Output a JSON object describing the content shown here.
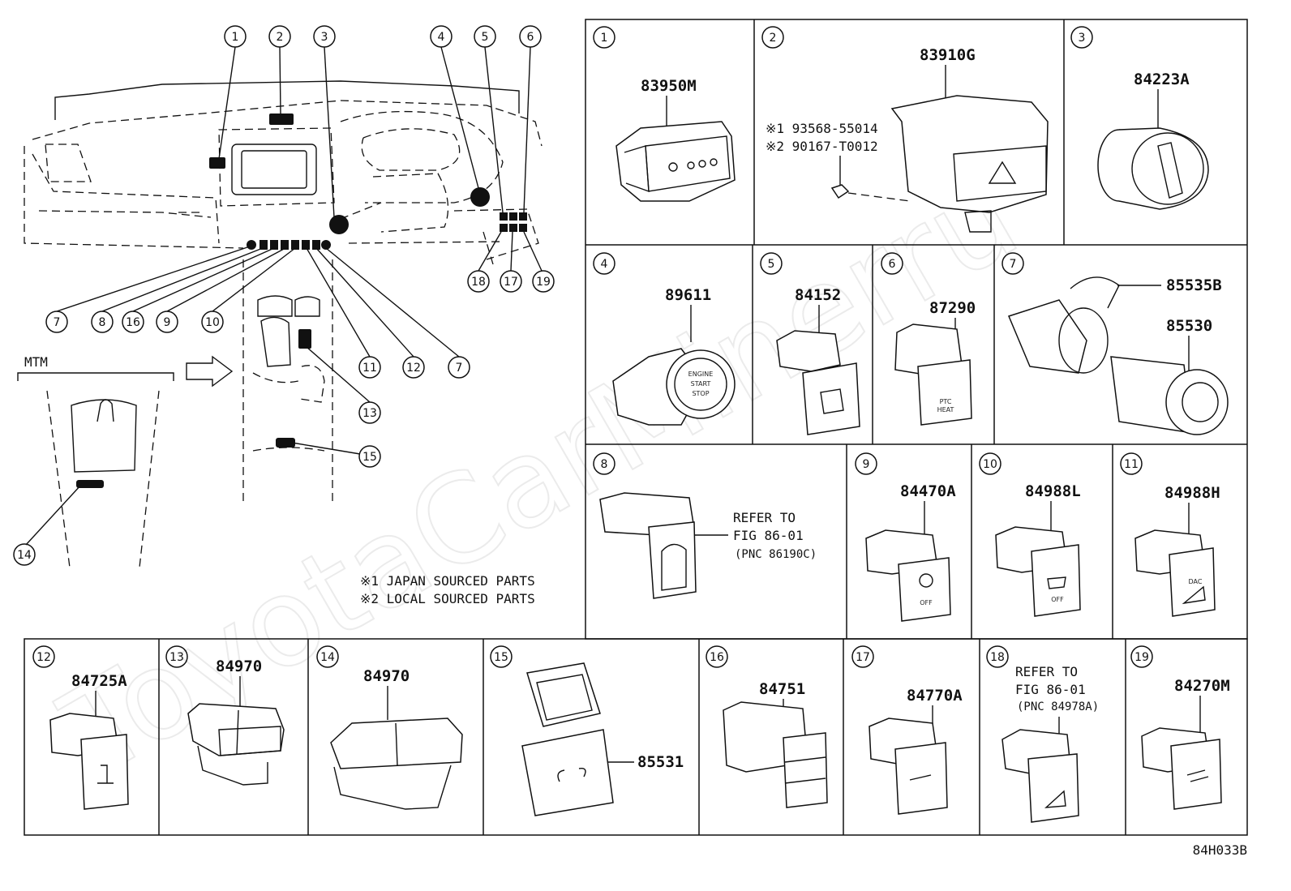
{
  "watermark": "ToyotaCarMinerru",
  "figure_code": "84H033B",
  "overview": {
    "mtm_label": "MTM",
    "footnotes": [
      "※1 JAPAN SOURCED PARTS",
      "※2 LOCAL SOURCED PARTS"
    ],
    "callouts": [
      "1",
      "2",
      "3",
      "4",
      "5",
      "6",
      "7",
      "8",
      "16",
      "9",
      "10",
      "11",
      "12",
      "7",
      "13",
      "15",
      "14",
      "18",
      "17",
      "19"
    ]
  },
  "cells": [
    {
      "num": "1",
      "part": "83950M"
    },
    {
      "num": "2",
      "part": "83910G",
      "notes": [
        "※1 93568-55014",
        "※2 90167-T0012"
      ]
    },
    {
      "num": "3",
      "part": "84223A"
    },
    {
      "num": "4",
      "part": "89611",
      "label": [
        "ENGINE",
        "START",
        "STOP"
      ]
    },
    {
      "num": "5",
      "part": "84152"
    },
    {
      "num": "6",
      "part": "87290",
      "label": [
        "PTC",
        "HEAT"
      ]
    },
    {
      "num": "7",
      "parts": [
        "85535B",
        "85530"
      ]
    },
    {
      "num": "8",
      "refer": [
        "REFER TO",
        "FIG 86-01",
        "(PNC 86190C)"
      ]
    },
    {
      "num": "9",
      "part": "84470A",
      "label": [
        "OFF"
      ]
    },
    {
      "num": "10",
      "part": "84988L",
      "label": [
        "OFF"
      ]
    },
    {
      "num": "11",
      "part": "84988H",
      "label": [
        "DAC"
      ]
    },
    {
      "num": "12",
      "part": "84725A"
    },
    {
      "num": "13",
      "part": "84970"
    },
    {
      "num": "14",
      "part": "84970"
    },
    {
      "num": "15",
      "part": "85531"
    },
    {
      "num": "16",
      "part": "84751"
    },
    {
      "num": "17",
      "part": "84770A"
    },
    {
      "num": "18",
      "refer": [
        "REFER TO",
        "FIG 86-01",
        "(PNC 84978A)"
      ]
    },
    {
      "num": "19",
      "part": "84270M"
    }
  ]
}
